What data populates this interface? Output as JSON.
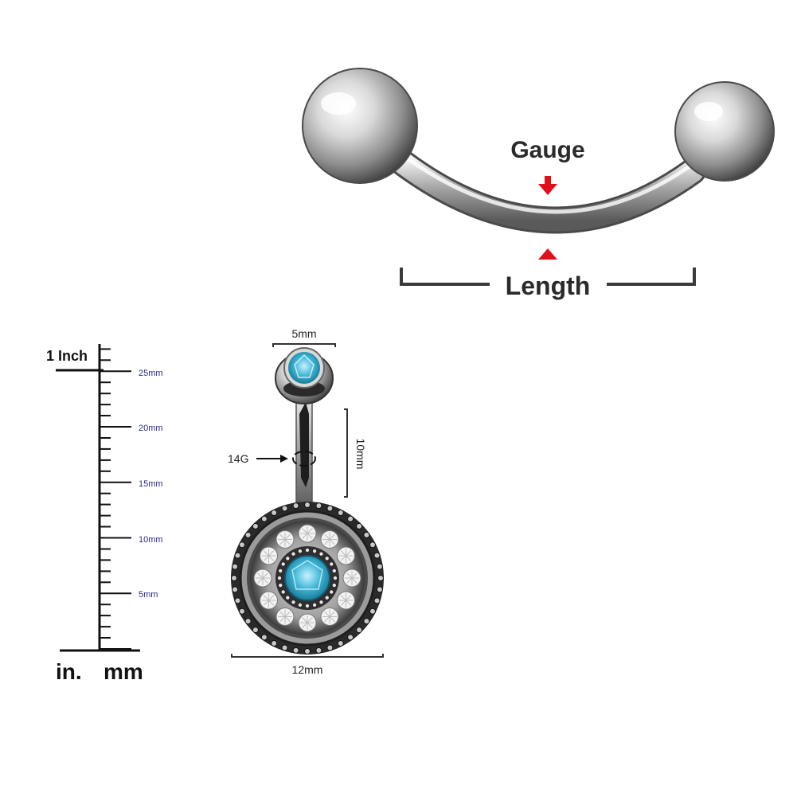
{
  "barbell_diagram": {
    "gauge_label": "Gauge",
    "length_label": "Length",
    "arrow_color": "#e0101a"
  },
  "ruler": {
    "inch_label": "1 Inch",
    "mm_labels": [
      "25mm",
      "20mm",
      "15mm",
      "10mm",
      "5mm"
    ],
    "label_color": "#2b2b8c",
    "unit_in_label": "in.",
    "unit_mm_label": "mm"
  },
  "belly_ring": {
    "top_width_label": "5mm",
    "gauge_label": "14G",
    "bar_length_label": "10mm",
    "charm_width_label": "12mm",
    "gem_color": "#3fb6d6"
  }
}
